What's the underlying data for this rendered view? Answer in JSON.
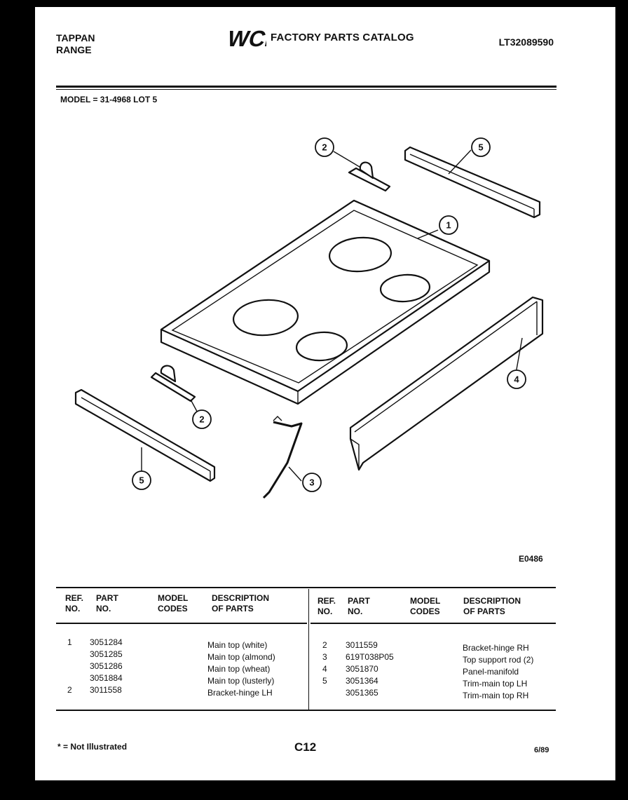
{
  "header": {
    "brand_line1": "TAPPAN",
    "brand_line2": "RANGE",
    "logo_text": "WCI",
    "catalog_title": "FACTORY PARTS CATALOG",
    "catalog_number": "LT32089590"
  },
  "model_line": "MODEL = 31-4968 LOT 5",
  "diagram": {
    "code": "E0486",
    "callouts": [
      "1",
      "2",
      "2",
      "3",
      "4",
      "5",
      "5"
    ]
  },
  "table": {
    "headers": {
      "ref_no": [
        "REF.",
        "NO."
      ],
      "part_no": [
        "PART",
        "NO."
      ],
      "model_codes": [
        "MODEL",
        "CODES"
      ],
      "description": [
        "DESCRIPTION",
        "OF PARTS"
      ]
    },
    "left_rows": [
      {
        "ref": "1",
        "part": "3051284",
        "codes": "",
        "desc": "Main top (white)"
      },
      {
        "ref": "",
        "part": "3051285",
        "codes": "",
        "desc": "Main top (almond)"
      },
      {
        "ref": "",
        "part": "3051286",
        "codes": "",
        "desc": "Main top (wheat)"
      },
      {
        "ref": "",
        "part": "3051884",
        "codes": "",
        "desc": "Main top (lusterly)"
      },
      {
        "ref": "2",
        "part": "3011558",
        "codes": "",
        "desc": "Bracket-hinge LH"
      }
    ],
    "right_rows": [
      {
        "ref": "2",
        "part": "3011559",
        "codes": "",
        "desc": "Bracket-hinge RH"
      },
      {
        "ref": "3",
        "part": "619T038P05",
        "codes": "",
        "desc": "Top support rod (2)"
      },
      {
        "ref": "4",
        "part": "3051870",
        "codes": "",
        "desc": "Panel-manifold"
      },
      {
        "ref": "5",
        "part": "3051364",
        "codes": "",
        "desc": "Trim-main top LH"
      },
      {
        "ref": "",
        "part": "3051365",
        "codes": "",
        "desc": "Trim-main top RH"
      }
    ]
  },
  "footer": {
    "footnote": "* = Not Illustrated",
    "page_code": "C12",
    "date": "6/89"
  }
}
